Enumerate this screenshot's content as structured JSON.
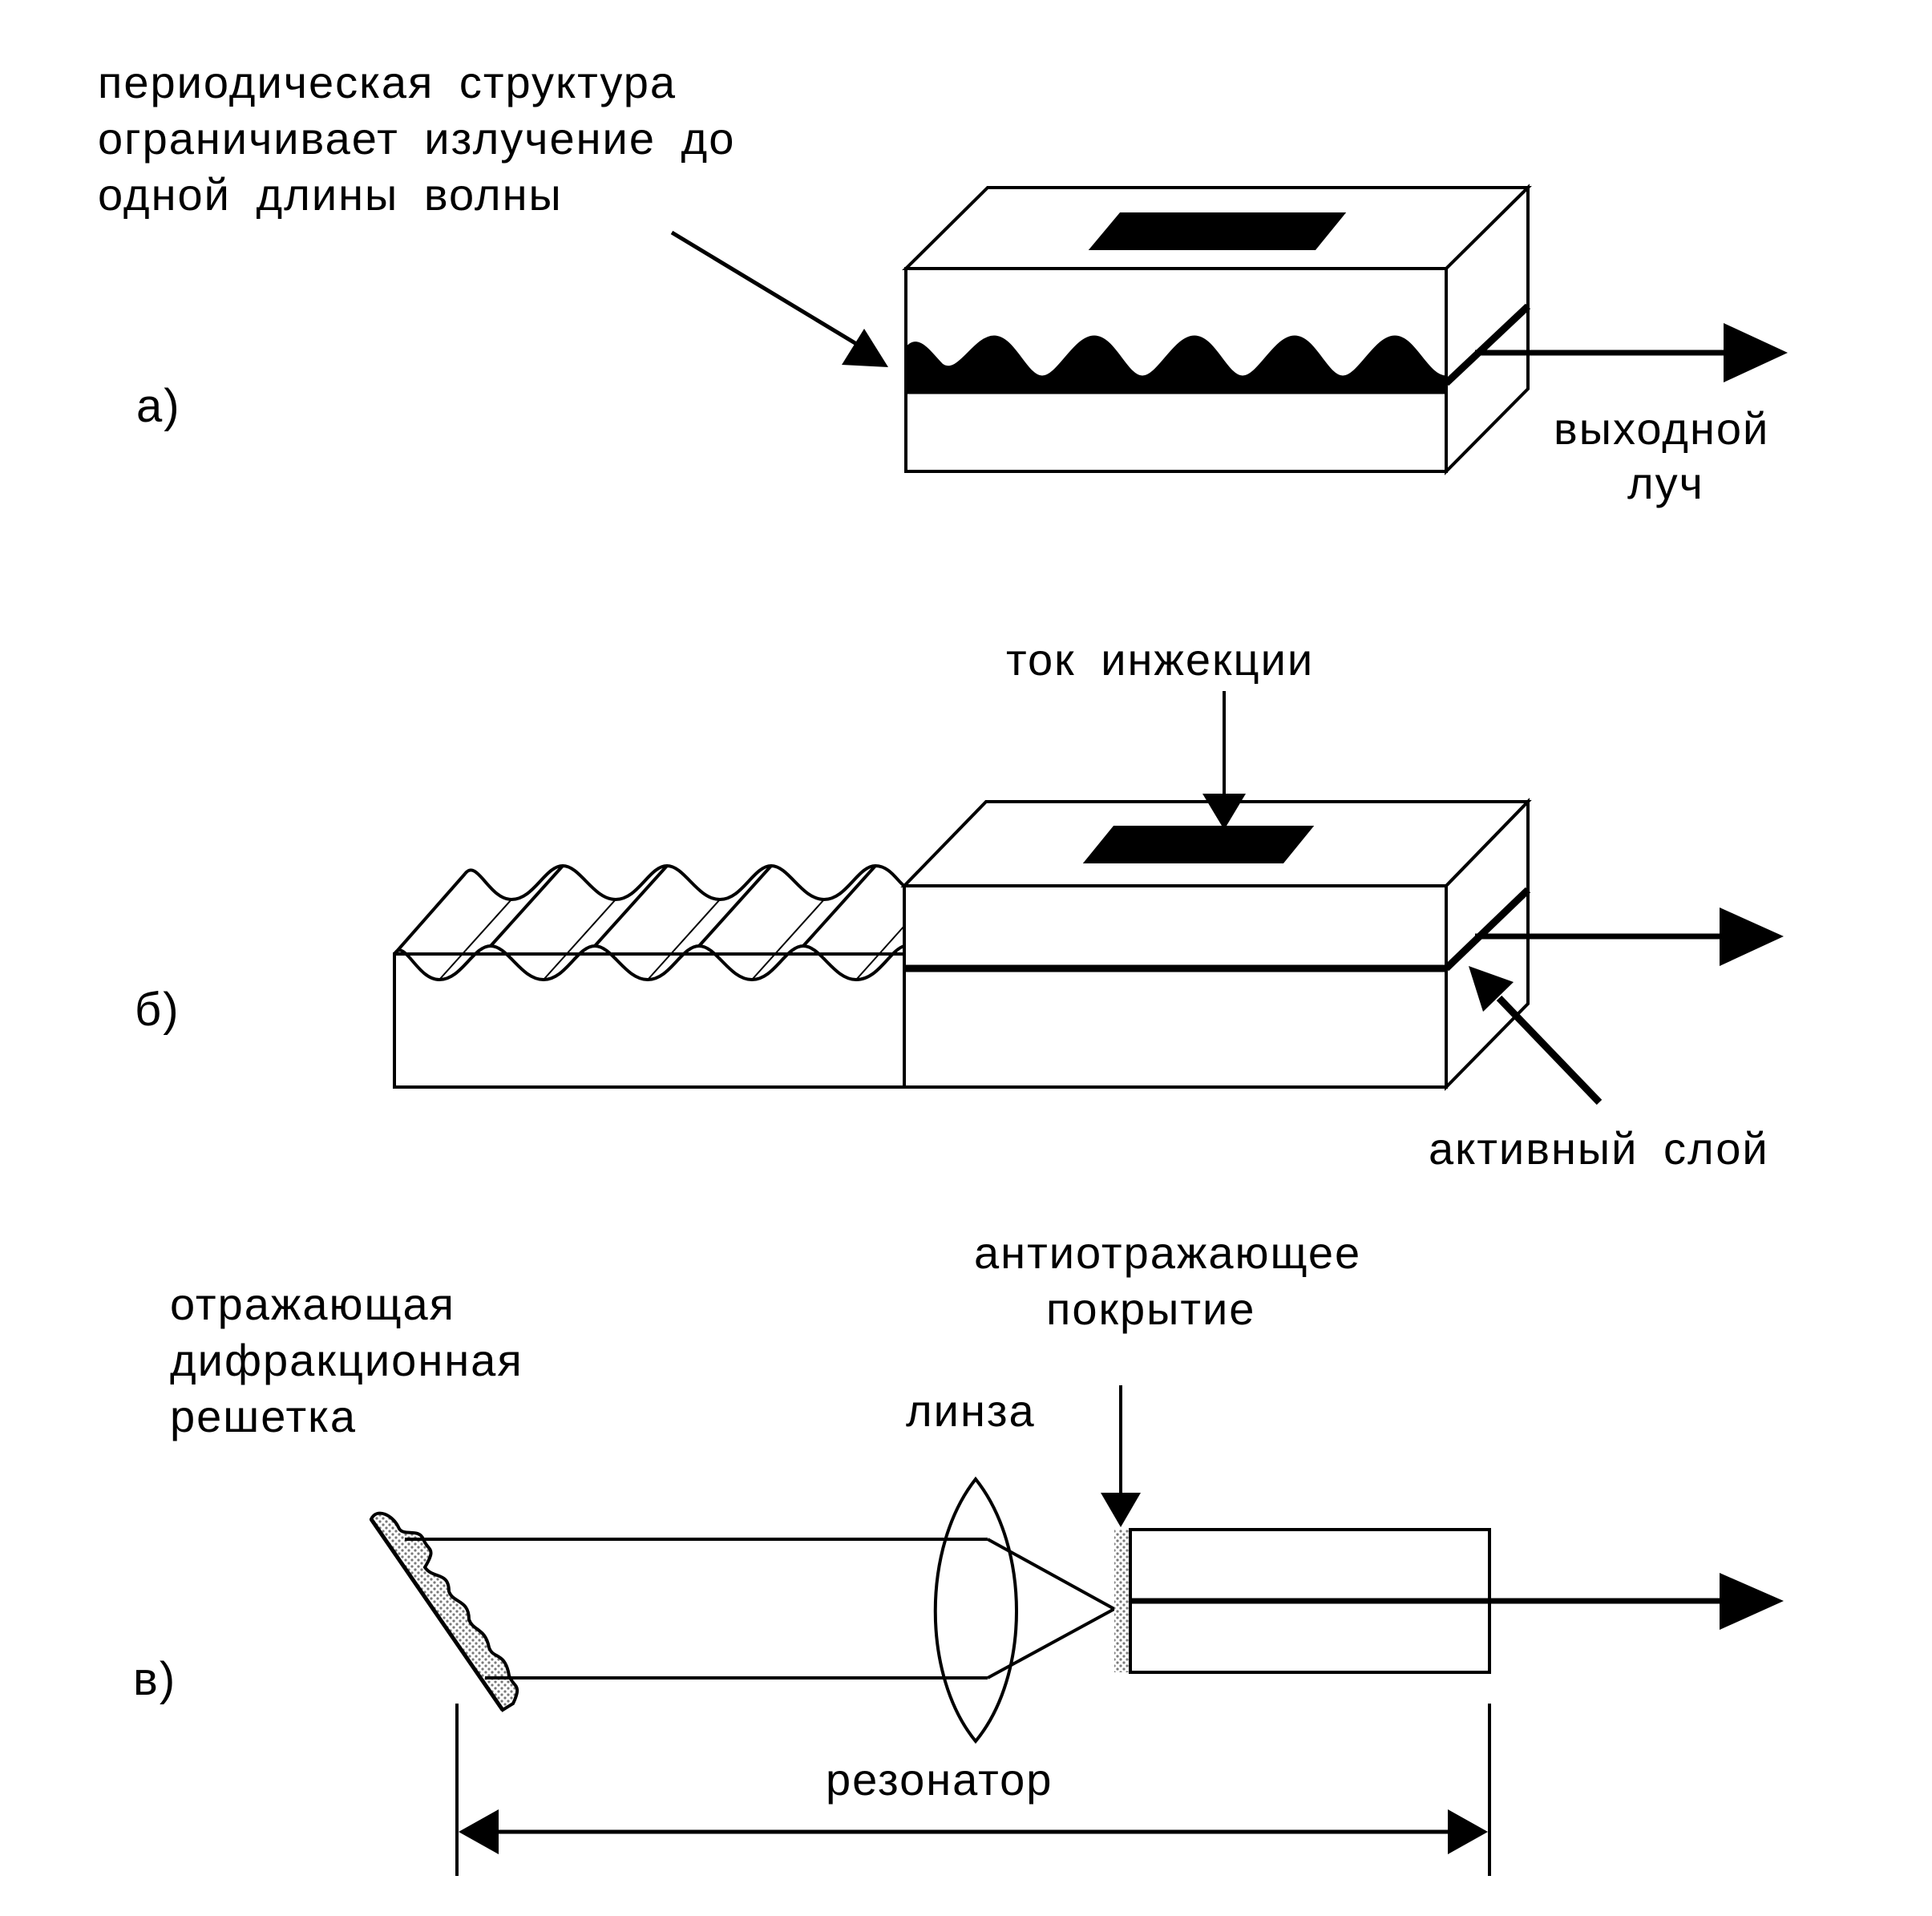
{
  "panel_a": {
    "letter": "а)",
    "note_line1": "периодическая  структура",
    "note_line2": "ограничивает   излучение   до",
    "note_line3": "одной   длины   волны",
    "output_line1": "выходной",
    "output_line2": "луч"
  },
  "panel_b": {
    "letter": "б)",
    "current_label": "ток  инжекции",
    "active_layer_label": "активный  слой"
  },
  "panel_c": {
    "letter": "в)",
    "grating_line1": "отражающая",
    "grating_line2": "дифракционная",
    "grating_line3": "решетка",
    "lens_label": "линза",
    "coating_line1": "антиотражающее",
    "coating_line2": "покрытие",
    "resonator_label": "резонатор"
  },
  "colors": {
    "ink": "#000000",
    "paper": "#ffffff",
    "dots": "#b0b0b0"
  }
}
